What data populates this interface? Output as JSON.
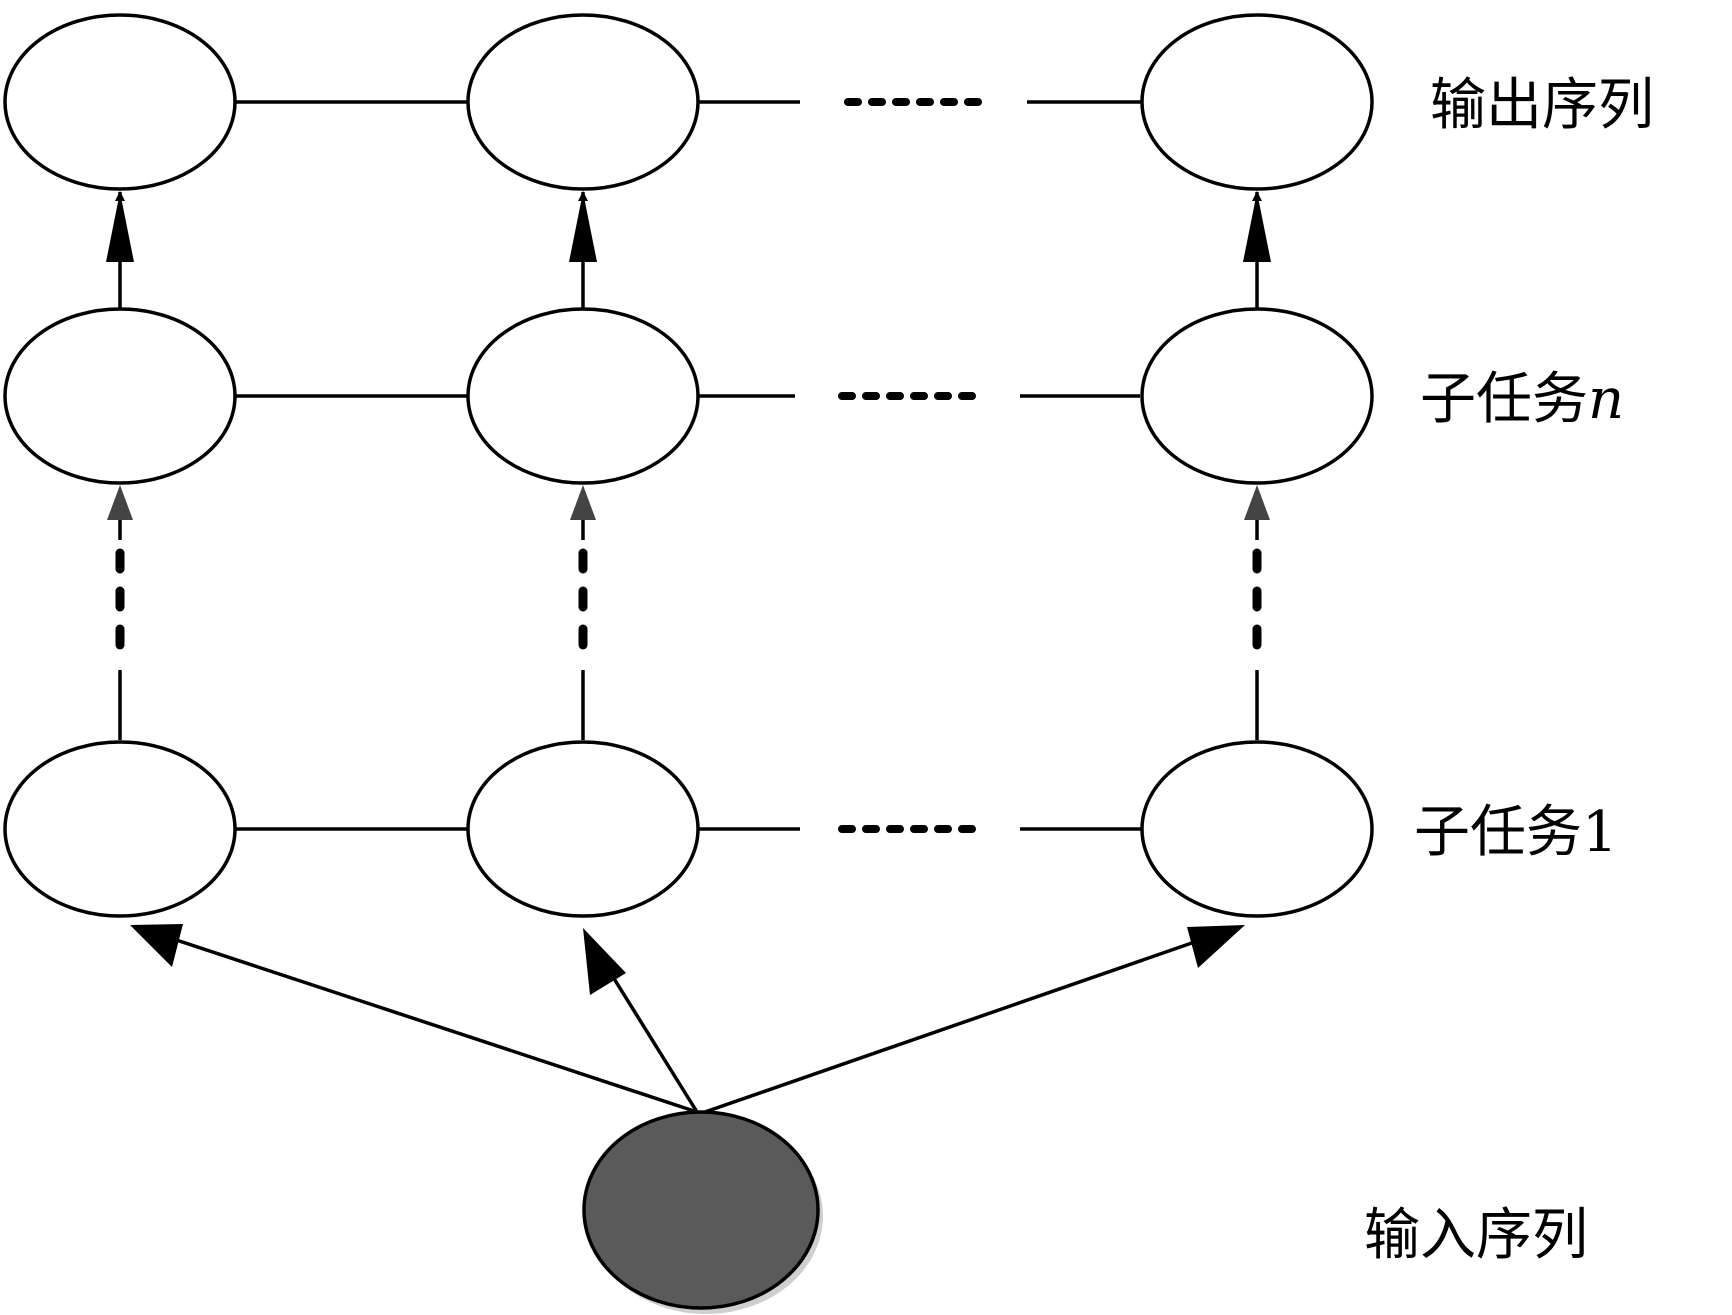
{
  "diagram": {
    "rows": [
      {
        "id": "output",
        "label": "输出序列"
      },
      {
        "id": "subtask-n",
        "label": "子任务",
        "label_suffix": "n"
      },
      {
        "id": "subtask-1",
        "label": "子任务",
        "label_suffix": "1"
      }
    ],
    "input": {
      "label": "输入序列"
    },
    "columns": 3,
    "colors": {
      "node_fill": "#ffffff",
      "input_fill": "#5a5a5a",
      "stroke": "#000000"
    }
  }
}
